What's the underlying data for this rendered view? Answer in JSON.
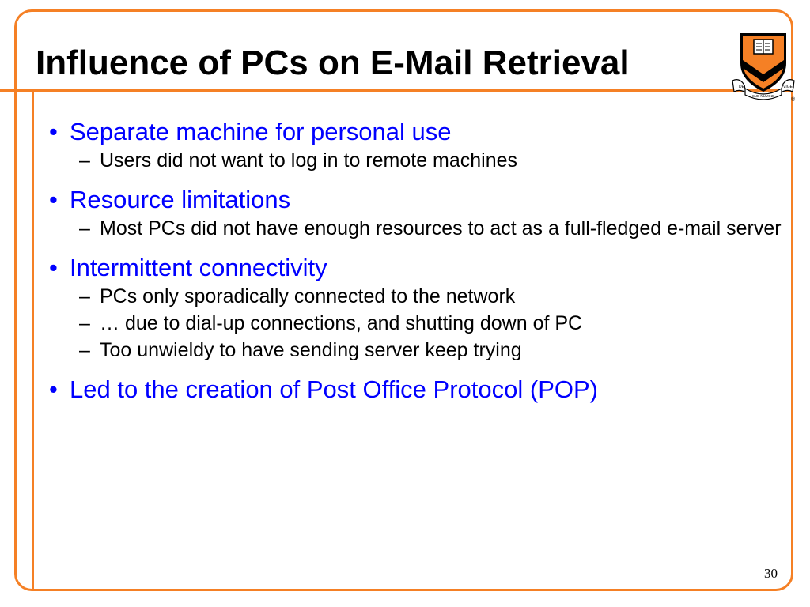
{
  "slide": {
    "title": "Influence of PCs on E-Mail Retrieval",
    "bullet_mark": "•",
    "sub_mark": "–",
    "groups": [
      {
        "text": "Separate machine for personal use",
        "subs": [
          "Users did not want to log in to remote machines"
        ]
      },
      {
        "text": "Resource limitations",
        "subs": [
          "Most PCs did not have enough resources to act as a full-fledged e-mail server"
        ]
      },
      {
        "text": "Intermittent connectivity",
        "subs": [
          "PCs only sporadically connected to the network",
          "… due to dial-up connections, and shutting down of PC",
          "Too unwieldy to have sending server keep trying"
        ]
      },
      {
        "text": "Led to the creation of Post Office Protocol (POP)",
        "subs": []
      }
    ],
    "page_number": "30"
  },
  "logo": {
    "name": "princeton-shield-icon",
    "motto_left": "DEI",
    "motto_center": "SUB NUMINE",
    "motto_right": "VIGET",
    "registered": "®"
  },
  "colors": {
    "accent": "#f58025",
    "bullet_text": "#0000ff",
    "sub_text": "#000000",
    "shield_black": "#000000"
  }
}
